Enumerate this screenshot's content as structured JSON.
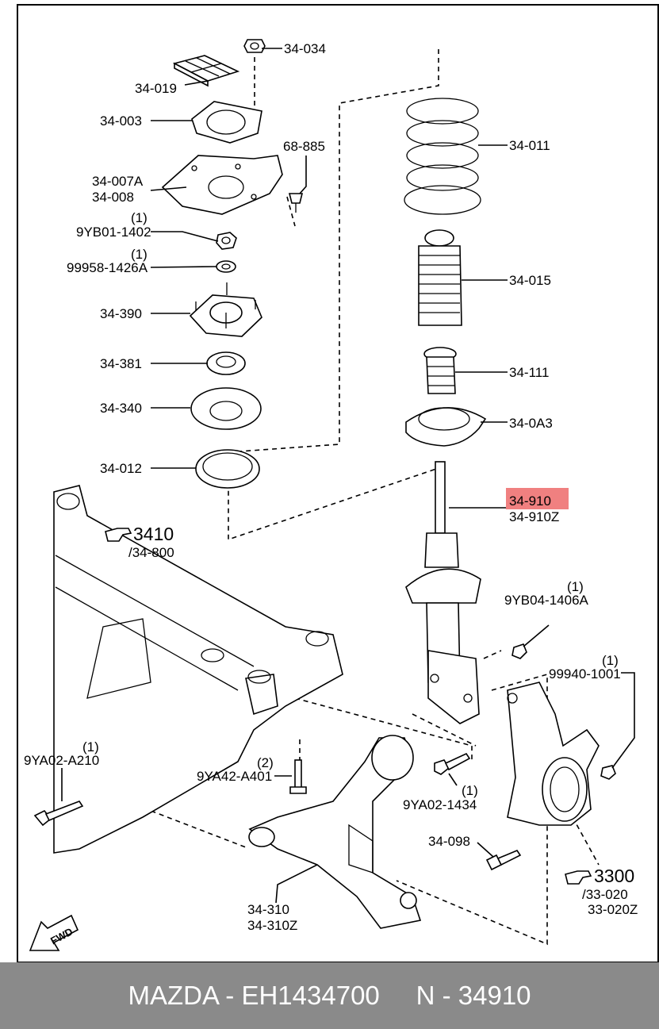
{
  "labels": {
    "p34034": "34-034",
    "p34019": "34-019",
    "p34003": "34-003",
    "p68885": "68-885",
    "p34007a": "34-007A",
    "p34008": "34-008",
    "qty1": "(1)",
    "qty2": "(2)",
    "p9yb01": "9YB01-1402",
    "p99958": "99958-1426A",
    "p34390": "34-390",
    "p34381": "34-381",
    "p34340": "34-340",
    "p34012": "34-012",
    "p34011": "34-011",
    "p34015": "34-015",
    "p34111": "34-111",
    "p340a3": "34-0A3",
    "p34910": "34-910",
    "p34910z": "34-910Z",
    "p9yb04": "9YB04-1406A",
    "p99940": "99940-1001",
    "ref3410": "3410",
    "ref34800": "/34-800",
    "p9ya02a210": "9YA02-A210",
    "p9ya42": "9YA42-A401",
    "p9ya021434": "9YA02-1434",
    "p34098": "34-098",
    "ref3300": "3300",
    "ref33020": "/33-020",
    "p33020z": "33-020Z",
    "p34310": "34-310",
    "p34310z": "34-310Z",
    "fwd": "FWD"
  },
  "highlight_color": "#f08080",
  "footer": {
    "text": "MAZDA - EH1434700     N - 34910"
  }
}
